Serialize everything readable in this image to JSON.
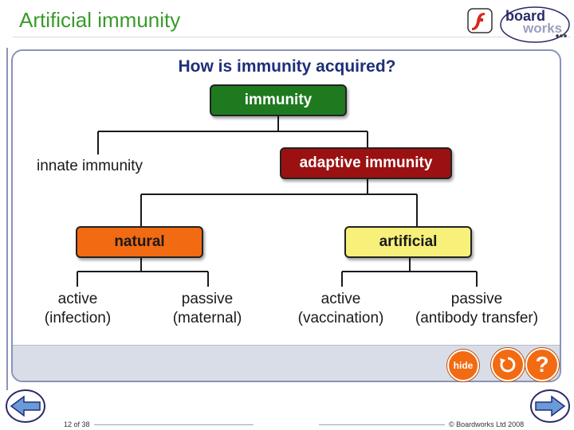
{
  "slide": {
    "title": "Artificial immunity",
    "question": "How is immunity acquired?",
    "page_counter": "12 of 38",
    "copyright": "© Boardworks Ltd 2008"
  },
  "diagram": {
    "root": "immunity",
    "innate": "innate immunity",
    "adaptive": "adaptive immunity",
    "natural": "natural",
    "artificial": "artificial",
    "natural_children": [
      {
        "line1": "active",
        "line2": "(infection)"
      },
      {
        "line1": "passive",
        "line2": "(maternal)"
      }
    ],
    "artificial_children": [
      {
        "line1": "active",
        "line2": "(vaccination)"
      },
      {
        "line1": "passive",
        "line2": "(antibody transfer)"
      }
    ]
  },
  "controls": {
    "hide_label": "hide",
    "help_label": "?"
  },
  "logo": {
    "word1": "board",
    "word2": "works"
  },
  "colors": {
    "title_green": "#3a9a2c",
    "question_blue": "#1e2f78",
    "immunity_green": "#1f7a1f",
    "adaptive_red": "#9b1111",
    "natural_orange": "#f26a12",
    "artificial_yellow": "#f7f07a",
    "button_orange": "#f26a12"
  },
  "icons": [
    "flash-icon",
    "boardworks-logo",
    "replay-icon",
    "help-icon",
    "previous-arrow-icon",
    "next-arrow-icon"
  ]
}
